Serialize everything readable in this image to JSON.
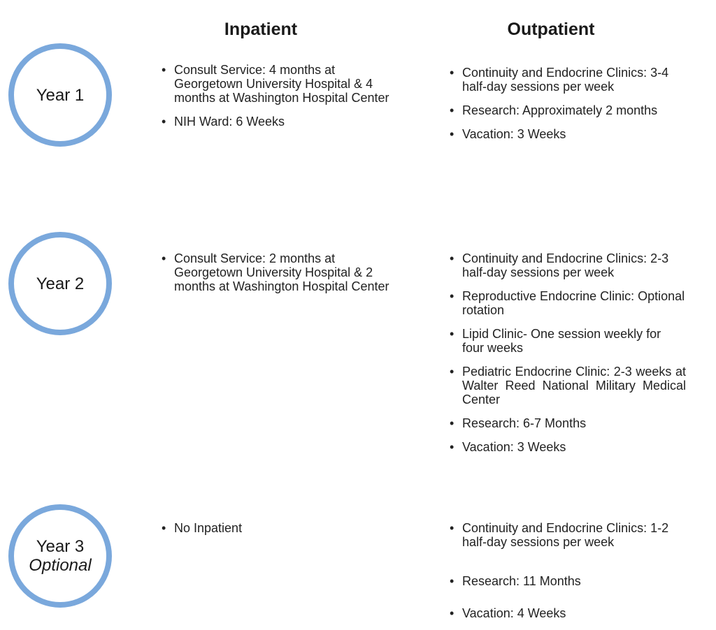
{
  "headers": {
    "inpatient": "Inpatient",
    "outpatient": "Outpatient"
  },
  "years": [
    {
      "label": "Year 1",
      "inpatient": [
        "Consult Service: 4 months at Georgetown University Hospital & 4 months at Washington Hospital Center",
        "NIH Ward: 6 Weeks"
      ],
      "outpatient": [
        "Continuity and Endocrine Clinics: 3-4 half-day sessions per week",
        "Research: Approximately 2 months",
        "Vacation: 3 Weeks"
      ]
    },
    {
      "label": "Year 2",
      "inpatient": [
        "Consult Service: 2 months at Georgetown University Hospital & 2 months at Washington Hospital Center"
      ],
      "outpatient": [
        "Continuity and Endocrine Clinics: 2-3 half-day sessions per week",
        "Reproductive Endocrine Clinic: Optional rotation",
        "Lipid Clinic- One session weekly for four weeks",
        "Pediatric Endocrine Clinic: 2-3 weeks at Walter Reed National Military Medical Center",
        "Research: 6-7 Months",
        "Vacation: 3 Weeks"
      ]
    },
    {
      "label": "Year 3",
      "note": "Optional",
      "inpatient": [
        "No Inpatient"
      ],
      "outpatient": [
        "Continuity and Endocrine Clinics: 1-2 half-day sessions per week",
        "Research: 11 Months",
        "Vacation: 4 Weeks"
      ]
    }
  ],
  "colors": {
    "circle_border": "#7aa8dc",
    "text": "#222222"
  }
}
